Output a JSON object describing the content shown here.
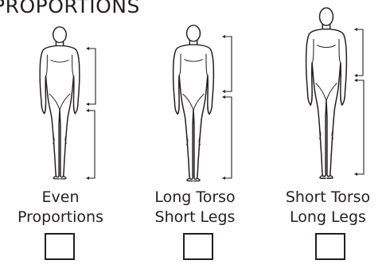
{
  "title": "PROPORTIONS",
  "options": [
    {
      "line1": "Even",
      "line2": "Proportions"
    },
    {
      "line1": "Long Torso",
      "line2": "Short Legs"
    },
    {
      "line1": "Short Torso",
      "line2": "Long Legs"
    }
  ],
  "colors": {
    "ink": "#231f20",
    "background": "#ffffff"
  }
}
